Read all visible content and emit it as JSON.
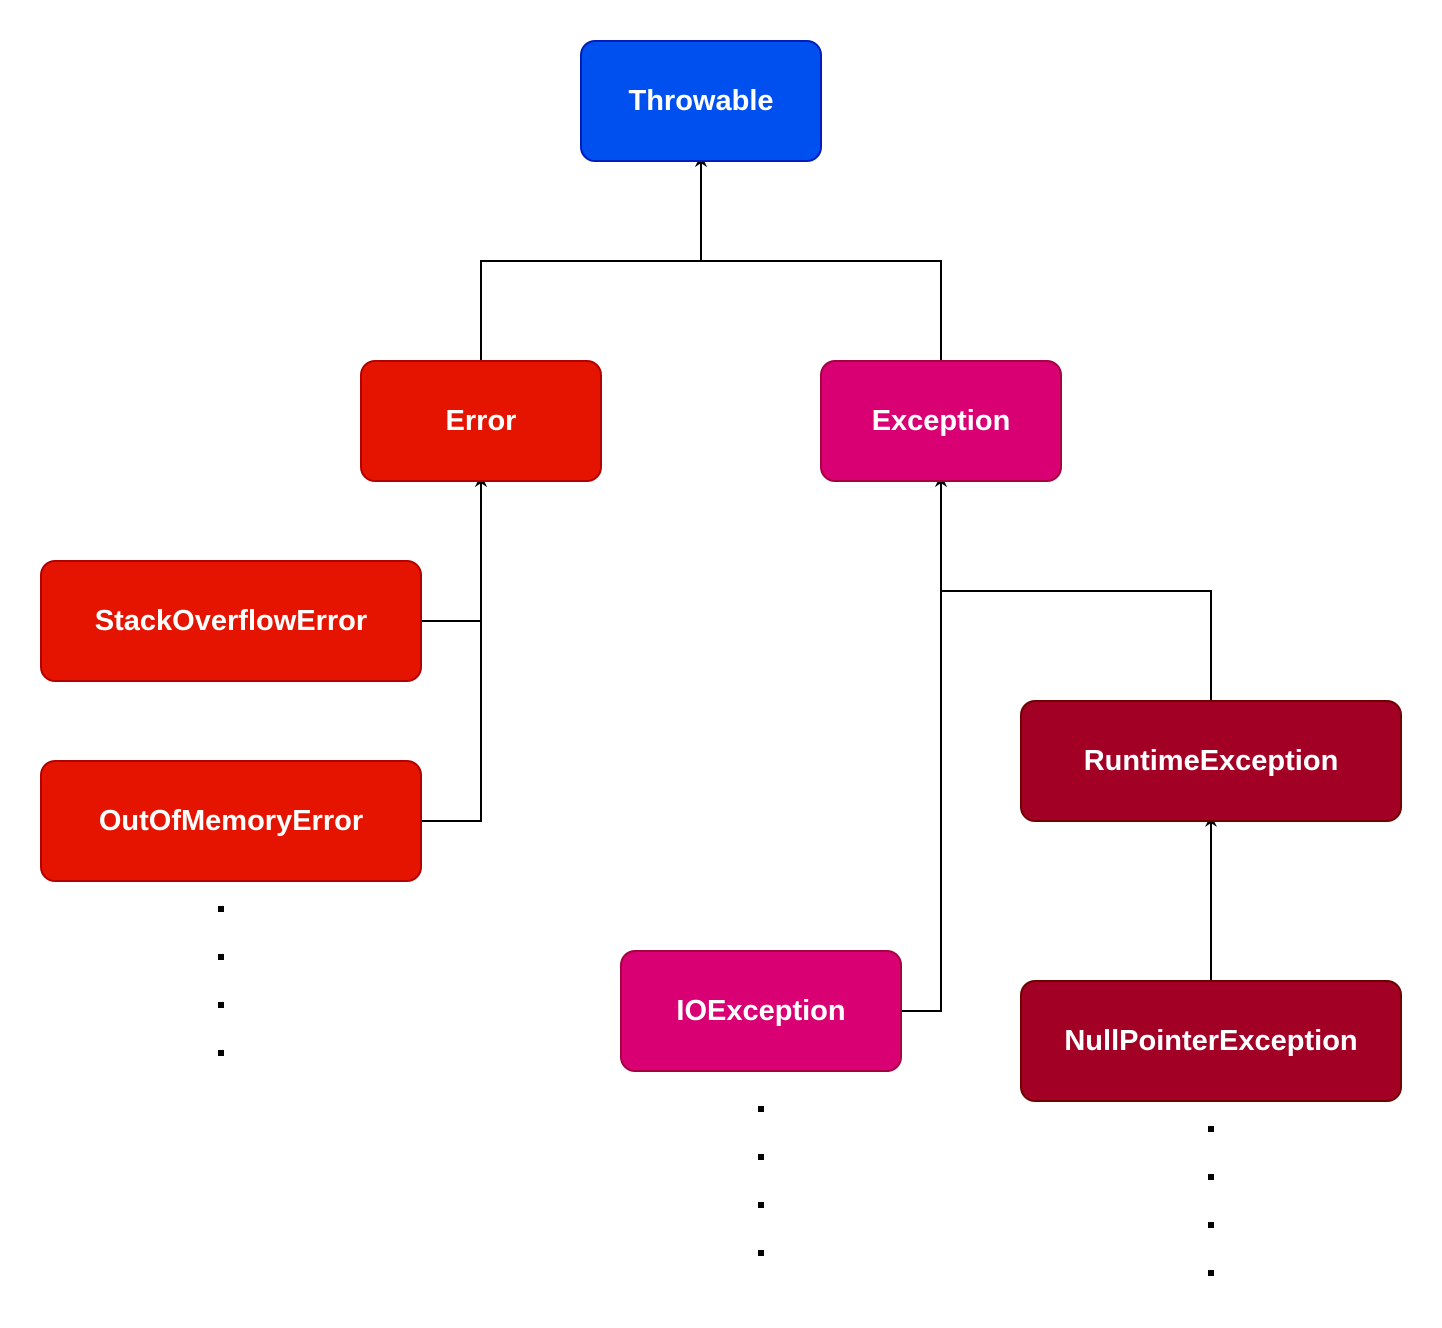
{
  "diagram": {
    "nodes": [
      {
        "id": "throwable",
        "label": "Throwable",
        "fill": "#0050EF",
        "stroke": "#001DBC"
      },
      {
        "id": "error",
        "label": "Error",
        "fill": "#E51400",
        "stroke": "#B20000"
      },
      {
        "id": "exception",
        "label": "Exception",
        "fill": "#D80073",
        "stroke": "#A50040"
      },
      {
        "id": "stackoverflowerror",
        "label": "StackOverflowError",
        "fill": "#E51400",
        "stroke": "#B20000"
      },
      {
        "id": "outofmemoryerror",
        "label": "OutOfMemoryError",
        "fill": "#E51400",
        "stroke": "#B20000"
      },
      {
        "id": "runtimeexception",
        "label": "RuntimeException",
        "fill": "#A20025",
        "stroke": "#6F0000"
      },
      {
        "id": "ioexception",
        "label": "IOException",
        "fill": "#D80073",
        "stroke": "#A50040"
      },
      {
        "id": "nullpointerexception",
        "label": "NullPointerException",
        "fill": "#A20025",
        "stroke": "#6F0000"
      }
    ],
    "edges": [
      {
        "from": "error",
        "to": "throwable"
      },
      {
        "from": "exception",
        "to": "throwable"
      },
      {
        "from": "stackoverflowerror",
        "to": "error"
      },
      {
        "from": "outofmemoryerror",
        "to": "error"
      },
      {
        "from": "runtimeexception",
        "to": "exception"
      },
      {
        "from": "ioexception",
        "to": "exception"
      },
      {
        "from": "nullpointerexception",
        "to": "runtimeexception"
      }
    ],
    "ellipses": [
      {
        "after": "outofmemoryerror",
        "dots": 4
      },
      {
        "after": "ioexception",
        "dots": 4
      },
      {
        "after": "nullpointerexception",
        "dots": 4
      }
    ]
  }
}
